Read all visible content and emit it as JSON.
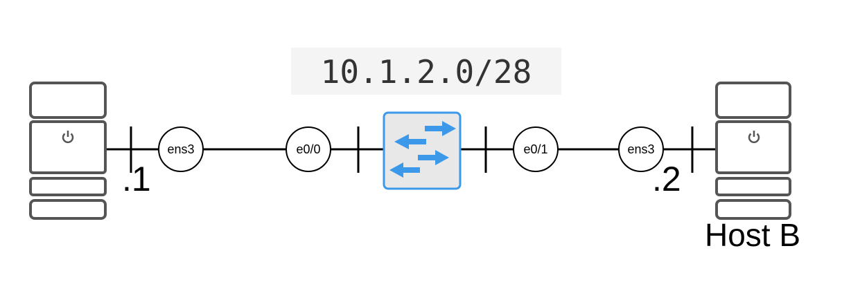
{
  "subnet": {
    "label": "10.1.2.0/28"
  },
  "host_a": {
    "interface": "ens3",
    "address_suffix": ".1",
    "icon": "server-icon"
  },
  "host_b": {
    "label": "Host B",
    "interface": "ens3",
    "address_suffix": ".2",
    "icon": "server-icon"
  },
  "switch": {
    "icon": "switch-icon",
    "ports": [
      "e0/0",
      "e0/1"
    ]
  },
  "colors": {
    "line": "#000000",
    "server_stroke": "#555555",
    "switch_fill": "#e8e8e8",
    "switch_stroke": "#3c98e8",
    "switch_arrow": "#3c98e8",
    "subnet_bg": "#f4f4f4",
    "subnet_text": "#333333"
  }
}
